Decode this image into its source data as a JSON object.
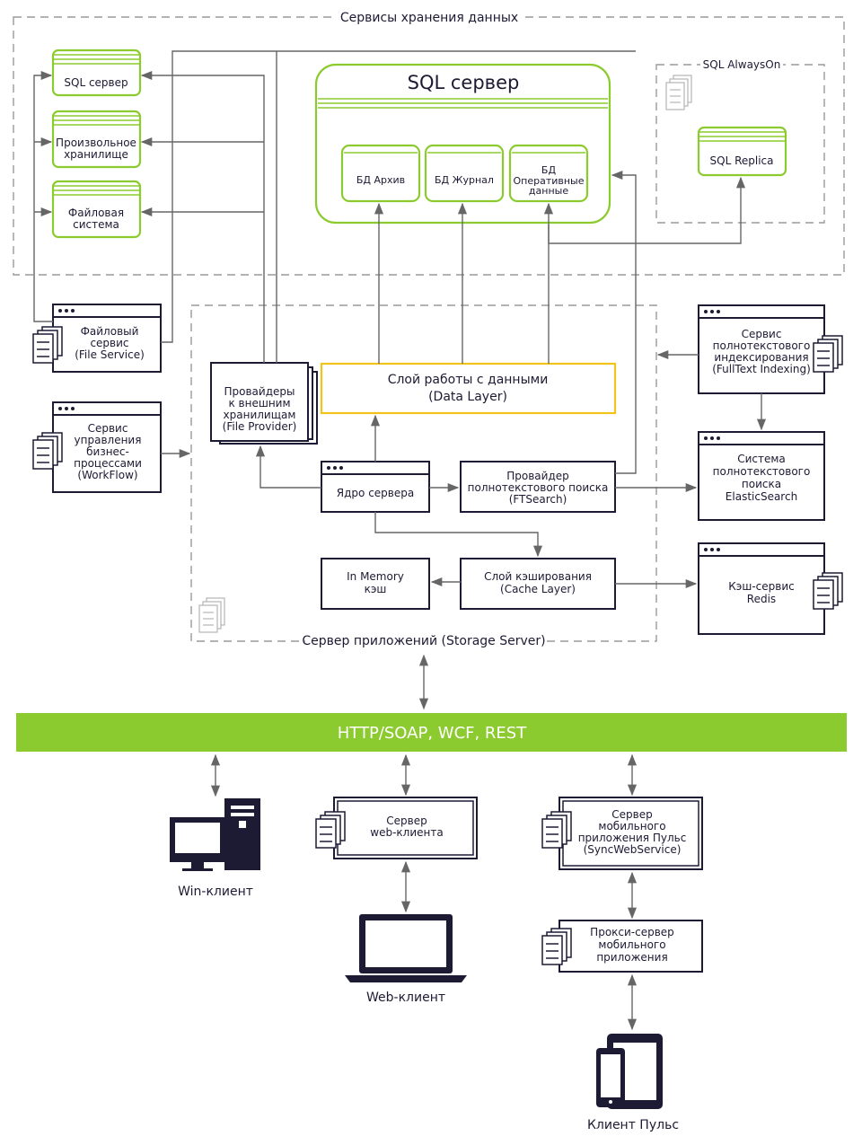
{
  "storage_services": {
    "title": "Сервисы хранения данных"
  },
  "stores": {
    "sql_small": "SQL сервер",
    "arbitrary": [
      "Произвольное",
      "хранилище"
    ],
    "filesystem": [
      "Файловая",
      "система"
    ]
  },
  "sql_server": {
    "title": "SQL сервер",
    "db_archive": "БД Архив",
    "db_journal": "БД Журнал",
    "db_operational": [
      "БД",
      "Оперативные",
      "данные"
    ]
  },
  "alwayson": {
    "title": "SQL AlwaysOn",
    "replica": "SQL Replica"
  },
  "file_service": [
    "Файловый",
    "сервис",
    "(File Service)"
  ],
  "workflow": [
    "Сервис",
    "управления",
    "бизнес-",
    "процессами",
    "(WorkFlow)"
  ],
  "app_server": {
    "title": "Сервер приложений (Storage Server)",
    "file_provider": [
      "Провайдеры",
      "к внешним",
      "хранилищам",
      "(File Provider)"
    ],
    "data_layer": [
      "Слой работы с данными",
      "(Data Layer)"
    ],
    "core": "Ядро сервера",
    "ftsearch": [
      "Провайдер",
      "полнотекстового поиска",
      "(FTSearch)"
    ],
    "in_memory": [
      "In Memory",
      "кэш"
    ],
    "cache_layer": [
      "Слой кэширования",
      "(Cache Layer)"
    ]
  },
  "fulltext_indexing": [
    "Сервис",
    "полнотекстового",
    "индексирования",
    "(FullText Indexing)"
  ],
  "elasticsearch": [
    "Система",
    "полнотекстового",
    "поиска",
    "ElasticSearch"
  ],
  "redis": [
    "Кэш-сервис",
    "Redis"
  ],
  "protocol_band": "HTTP/SOAP, WCF, REST",
  "win_client": "Win-клиент",
  "web_server": [
    "Сервер",
    "web-клиента"
  ],
  "web_client": "Web-клиент",
  "mobile_server": [
    "Сервер",
    "мобильного",
    "приложения Пульс",
    "(SyncWebService)"
  ],
  "proxy_server": [
    "Прокси-сервер",
    "мобильного",
    "приложения"
  ],
  "puls_client": "Клиент Пульс",
  "colors": {
    "navy": "#1d1a33",
    "green": "#8ccb2f",
    "yellow": "#f2c31a",
    "dash": "#9a9a9a",
    "line": "#666666"
  }
}
